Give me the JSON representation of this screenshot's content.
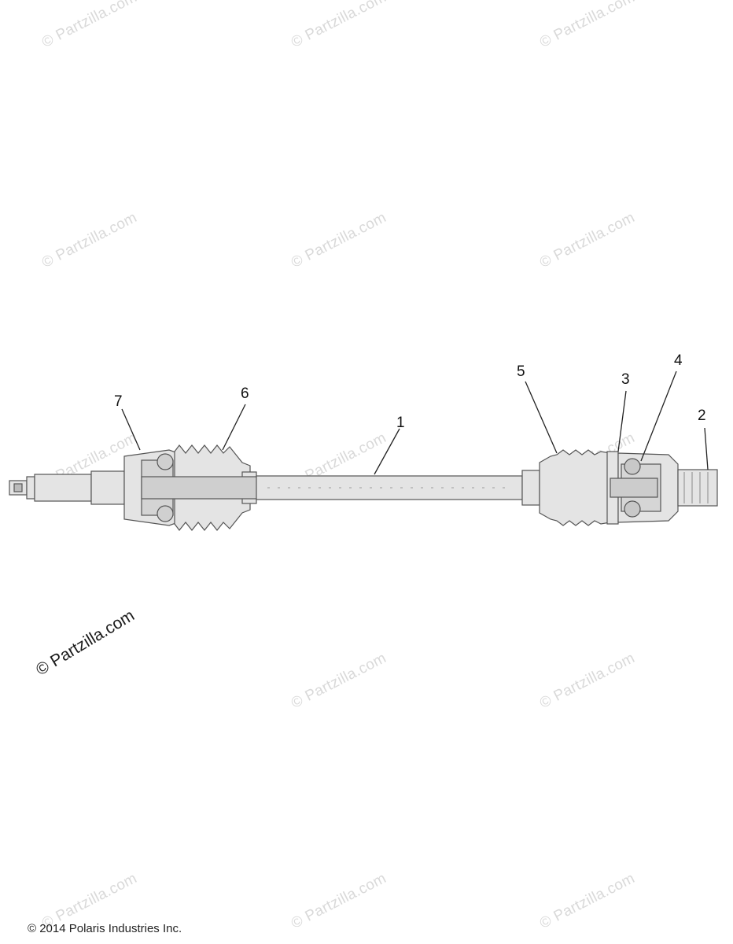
{
  "watermark_text": "© Partzilla.com",
  "highlighted_watermark": "© Partzilla.com",
  "copyright": "© 2014 Polaris Industries Inc.",
  "callouts": [
    "1",
    "2",
    "3",
    "4",
    "5",
    "6",
    "7"
  ]
}
